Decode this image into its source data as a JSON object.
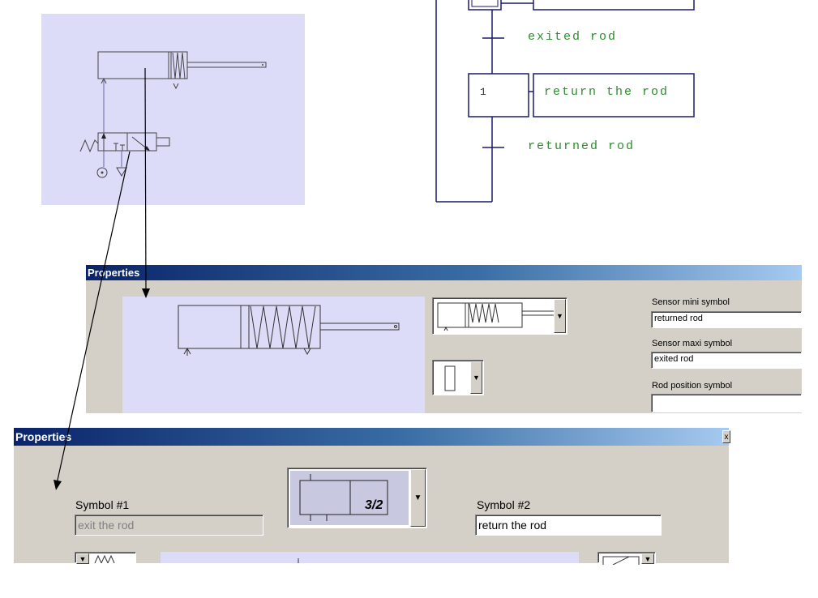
{
  "grafcet": {
    "transition_1_label": "exited rod",
    "step_number": "1",
    "step_action": "return the rod",
    "transition_2_label": "returned rod"
  },
  "cylinder_properties": {
    "title": "Properties",
    "sensor_mini_label": "Sensor mini symbol",
    "sensor_mini_value": "returned rod",
    "sensor_maxi_label": "Sensor maxi symbol",
    "sensor_maxi_value": "exited rod",
    "rod_position_label": "Rod position symbol",
    "rod_position_value": ""
  },
  "valve_properties": {
    "title": "Properties",
    "symbol1_label": "Symbol #1",
    "symbol1_value": "exit the rod",
    "symbol2_label": "Symbol #2",
    "symbol2_value": "return the rod",
    "valve_type_label": "3/2",
    "close_icon": "close-icon"
  },
  "colors": {
    "grafcet_line": "#1a1a6e",
    "grafcet_text": "#2e8b2e",
    "preview_bg": "#dcdcf8",
    "titlebar_start": "#0a246a",
    "titlebar_end": "#a6caf0",
    "dialog_bg": "#d4d0c8"
  }
}
